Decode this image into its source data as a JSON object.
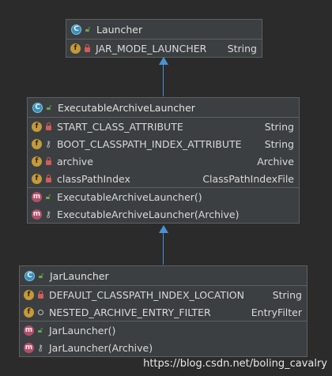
{
  "classes": [
    {
      "name": "Launcher",
      "fields": [
        {
          "name": "JAR_MODE_LAUNCHER",
          "type": "String",
          "modifier": "private"
        }
      ],
      "methods": []
    },
    {
      "name": "ExecutableArchiveLauncher",
      "fields": [
        {
          "name": "START_CLASS_ATTRIBUTE",
          "type": "String",
          "modifier": "private"
        },
        {
          "name": "BOOT_CLASSPATH_INDEX_ATTRIBUTE",
          "type": "String",
          "modifier": "protected"
        },
        {
          "name": "archive",
          "type": "Archive",
          "modifier": "private"
        },
        {
          "name": "classPathIndex",
          "type": "ClassPathIndexFile",
          "modifier": "private"
        }
      ],
      "methods": [
        {
          "name": "ExecutableArchiveLauncher()",
          "modifier": "public"
        },
        {
          "name": "ExecutableArchiveLauncher(Archive)",
          "modifier": "protected"
        }
      ]
    },
    {
      "name": "JarLauncher",
      "fields": [
        {
          "name": "DEFAULT_CLASSPATH_INDEX_LOCATION",
          "type": "String",
          "modifier": "private"
        },
        {
          "name": "NESTED_ARCHIVE_ENTRY_FILTER",
          "type": "EntryFilter",
          "modifier": "package"
        }
      ],
      "methods": [
        {
          "name": "JarLauncher()",
          "modifier": "public"
        },
        {
          "name": "JarLauncher(Archive)",
          "modifier": "protected"
        }
      ]
    }
  ],
  "watermark": "https://blog.csdn.net/boling_cavalry",
  "colors": {
    "edge": "#4a93d1",
    "background": "#2b2b2b"
  }
}
